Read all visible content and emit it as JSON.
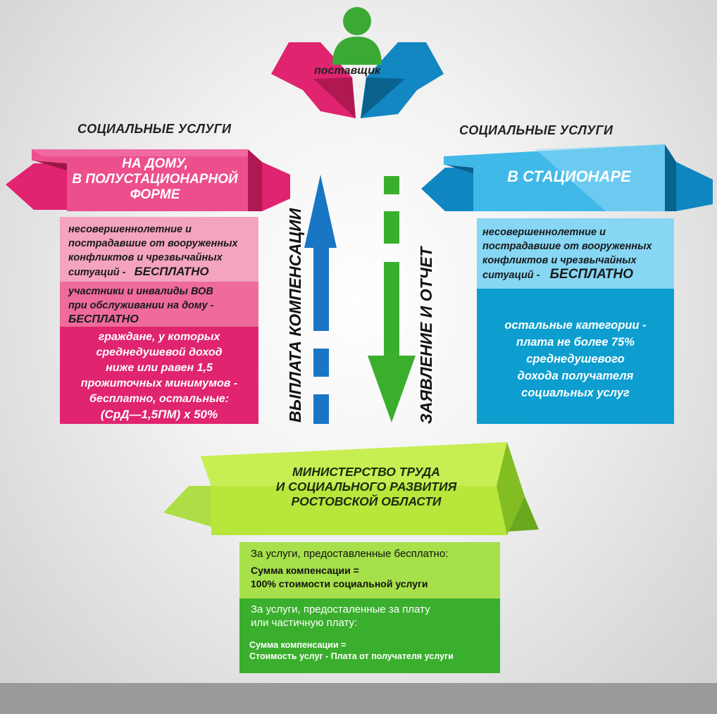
{
  "colors": {
    "magenta": "#e0246f",
    "pink_light": "#f4a3c1",
    "pink_mid": "#ee6b9c",
    "blue_dark": "#1287c2",
    "blue_light": "#86d6f4",
    "cyan": "#0d9ecf",
    "green_light": "#a6e04a",
    "green_dark": "#3aaf2d",
    "person_green": "#3aaa35"
  },
  "supplier": {
    "label": "поставщик"
  },
  "left": {
    "heading": "СОЦИАЛЬНЫЕ УСЛУГИ",
    "ribbon": [
      "НА ДОМУ,",
      "В ПОЛУСТАЦИОНАРНОЙ",
      "ФОРМЕ"
    ],
    "box1": {
      "lines": [
        "несовершеннолетние   и",
        "пострадавшие от вооруженных",
        "конфликтов   и  чрезвычайных",
        "ситуаций   -"
      ],
      "free": "БЕСПЛАТНО"
    },
    "box2": {
      "lines": [
        "участники и инвалиды ВОВ",
        "при обслуживании на дому -"
      ],
      "free": "БЕСПЛАТНО"
    },
    "box3": {
      "lines": [
        "граждане, у которых",
        "среднедушевой доход",
        "ниже или равен 1,5",
        "прожиточных минимумов -",
        "бесплатно, остальные:"
      ],
      "formula": "(СрД—1,5ПМ) x 50%"
    }
  },
  "right": {
    "heading": "СОЦИАЛЬНЫЕ УСЛУГИ",
    "ribbon": "В СТАЦИОНАРЕ",
    "box1": {
      "lines": [
        "несовершеннолетние   и",
        "пострадавшие от вооруженных",
        "конфликтов   и  чрезвычайных",
        "ситуаций   -"
      ],
      "free": "БЕСПЛАТНО"
    },
    "box2": {
      "lines": [
        "остальные  категории -",
        "плата не более 75%",
        "среднедушевого",
        "дохода получателя",
        "социальных  услуг"
      ]
    }
  },
  "arrows": {
    "up_label": "ВЫПЛАТА КОМПЕНСАЦИИ",
    "down_label": "ЗАЯВЛЕНИЕ И ОТЧЕТ"
  },
  "ministry": {
    "lines": [
      "МИНИСТЕРСТВО ТРУДА",
      "И СОЦИАЛЬНОГО РАЗВИТИЯ",
      "РОСТОВСКОЙ ОБЛАСТИ"
    ]
  },
  "compensation": {
    "free_title": "За услуги, предоставленные бесплатно:",
    "free_formula": [
      "Сумма компенсации =",
      "100% стоимости социальной услуги"
    ],
    "paid_title": [
      "За услуги, предосталенные за плату",
      "или частичную плату:"
    ],
    "paid_formula": [
      "Сумма компенсации =",
      "Стоимость услуг - Плата от получателя услуги"
    ]
  }
}
